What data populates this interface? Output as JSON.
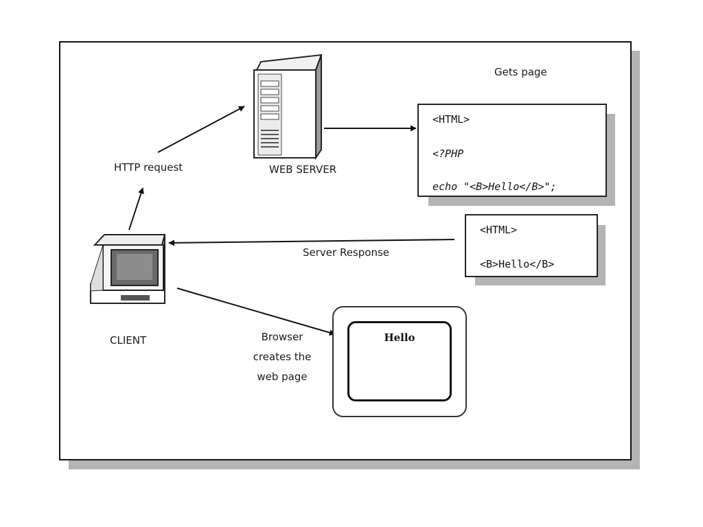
{
  "labels": {
    "gets_page": "Gets page",
    "http_request": "HTTP request",
    "web_server": "WEB SERVER",
    "server_response": "Server Response",
    "client": "CLIENT",
    "browser_line1": "Browser",
    "browser_line2": "creates the",
    "browser_line3": "web page"
  },
  "php_source": {
    "line1": "<HTML>",
    "line2": "<?PHP",
    "line3": "echo \"<B>Hello</B>\";"
  },
  "html_output": {
    "line1": "<HTML>",
    "line2": "<B>Hello</B>"
  },
  "browser_page": {
    "text": "Hello"
  }
}
